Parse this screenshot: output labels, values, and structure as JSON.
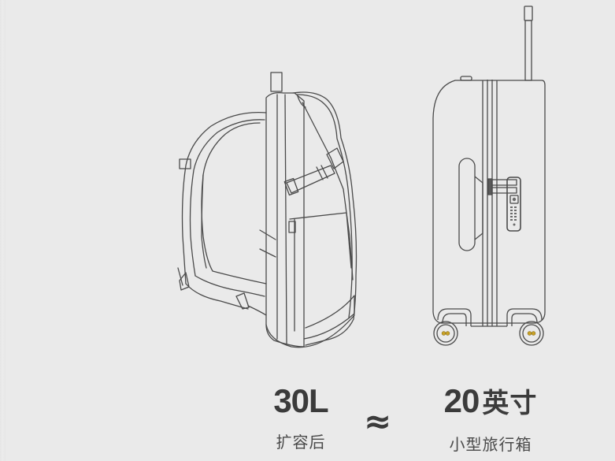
{
  "backpack": {
    "capacity": "30L",
    "note": "扩容后",
    "icon": "backpack-illustration"
  },
  "relation": {
    "symbol": "≈"
  },
  "suitcase": {
    "size_number": "20",
    "size_unit": "英寸",
    "note": "小型旅行箱",
    "icon": "suitcase-illustration"
  },
  "colors": {
    "background": "#eaeaea",
    "line": "#4a4a4a",
    "text": "#3b3b3b",
    "wheel_accent": "#c9a227"
  }
}
